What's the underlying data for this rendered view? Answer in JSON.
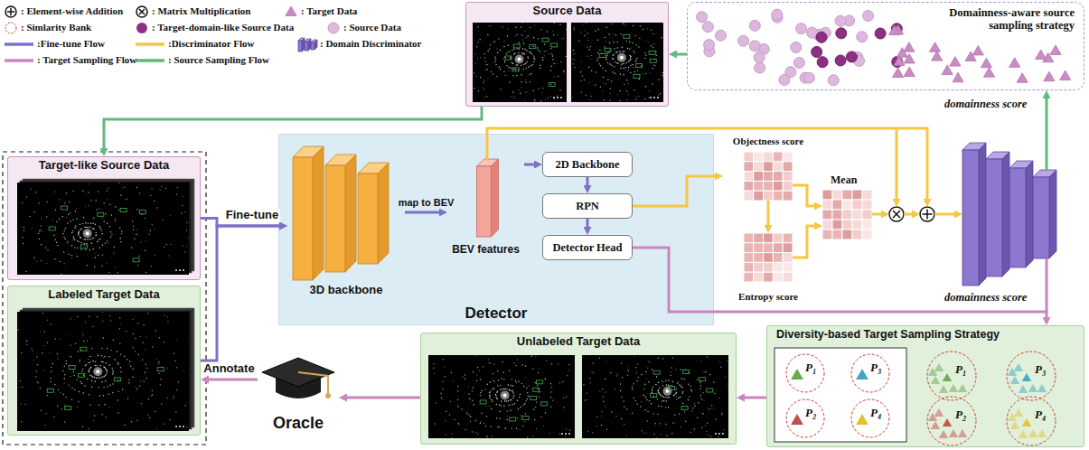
{
  "diagram": {
    "nodes": [
      {
        "text": [
          "Source Data"
        ]
      },
      {
        "text": [
          "Domainness-aware source sampling strategy"
        ]
      },
      {
        "text": [
          "Target-like Source Data"
        ]
      },
      {
        "text": [
          "Detector"
        ]
      },
      {
        "text": [
          "3D backbone"
        ],
        "in": 3
      },
      {
        "text": [
          "BEV features"
        ],
        "in": 3
      },
      {
        "text": [
          "2D Backbone"
        ],
        "in": 3
      },
      {
        "text": [
          "RPN"
        ],
        "in": 3
      },
      {
        "text": [
          "Detector Head"
        ],
        "in": 3
      },
      {
        "text": [
          "Objectness score"
        ]
      },
      {
        "text": [
          "Entropy score"
        ]
      },
      {
        "text": [
          "Labeled Target Data"
        ]
      },
      {
        "text": [
          "Unlabeled Target Data"
        ]
      },
      {
        "text": [
          "Oracle"
        ]
      },
      {
        "text": [
          "Diversity-based Target Sampling Strategy"
        ]
      }
    ],
    "edges": [
      {
        "from": 1,
        "to": 0,
        "arrow": "to"
      },
      {
        "from": 0,
        "to": 2,
        "arrow": "to"
      },
      {
        "from": 2,
        "to": 4,
        "arrow": "to",
        "label": "Fine-tune"
      },
      {
        "from": 11,
        "to": 4,
        "arrow": "to"
      },
      {
        "from": 4,
        "to": 5,
        "arrow": "to",
        "label": "map to BEV"
      },
      {
        "from": 5,
        "to": 6,
        "arrow": "to"
      },
      {
        "from": 6,
        "to": 7,
        "arrow": "to"
      },
      {
        "from": 7,
        "to": 8,
        "arrow": "to"
      },
      {
        "from": 7,
        "to": 9,
        "arrow": "to"
      },
      {
        "from": 9,
        "to": 10,
        "arrow": "to"
      },
      {
        "from": 8,
        "to": 14,
        "arrow": "to"
      },
      {
        "from": 14,
        "to": 12,
        "arrow": "to"
      },
      {
        "from": 12,
        "to": 13,
        "arrow": "to"
      },
      {
        "from": 13,
        "to": 11,
        "arrow": "to",
        "label": "Annotate"
      }
    ],
    "labels": [
      "Mean",
      "domainness score",
      "domainness score",
      "P₁",
      "P₃",
      "P₂",
      "P₄",
      "P₁",
      "P₃",
      "P₂",
      "P₄"
    ],
    "legend": [
      {
        "text": ": Element-wise Addition"
      },
      {
        "text": ": Matrix Multiplication"
      },
      {
        "text": ": Target Data"
      },
      {
        "text": ": Simlarity Bank"
      },
      {
        "text": ": Target-domain-like Source Data"
      },
      {
        "text": ": Source Data"
      },
      {
        "text": ":Fine-tune Flow"
      },
      {
        "text": ":Discriminator Flow"
      },
      {
        "text": ": Domain Discriminator"
      },
      {
        "text": ": Target Sampling Flow"
      },
      {
        "text": ": Source Sampling Flow"
      }
    ]
  }
}
